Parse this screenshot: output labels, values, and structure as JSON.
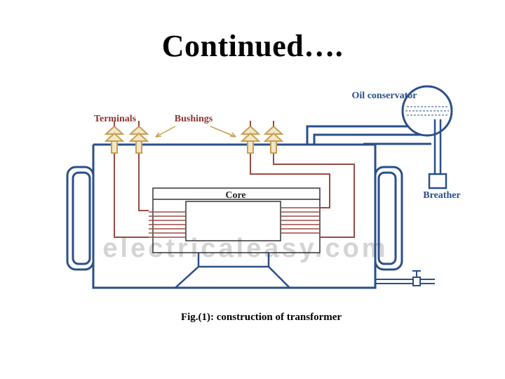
{
  "slide": {
    "title": "Continued….",
    "caption": "Fig.(1): construction of transformer"
  },
  "diagram": {
    "labels": {
      "terminals": "Terminals",
      "bushings": "Bushings",
      "oil_conservator": "Oil conservator",
      "core": "Core",
      "breather": "Breather"
    },
    "watermark": "electricaleasy.com",
    "colors": {
      "tank": "#2a4f8a",
      "winding": "#9a4a44",
      "bushing": "#c8a050",
      "label_red": "#8a3530",
      "core_outline": "#333333",
      "watermark": "#d4d4d4"
    }
  }
}
